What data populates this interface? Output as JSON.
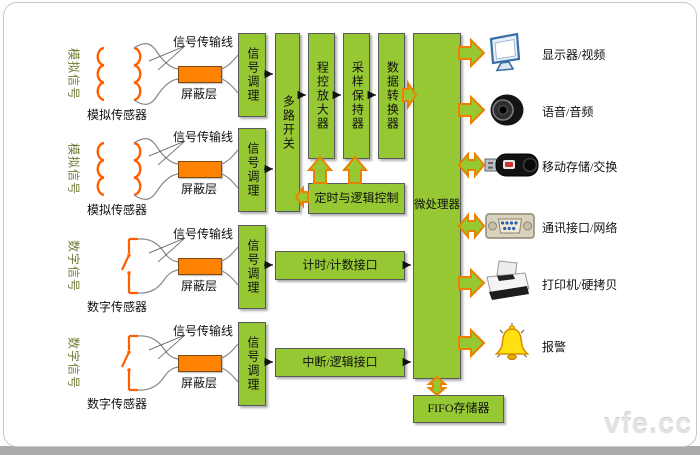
{
  "colors": {
    "green": "#95c832",
    "orange": "#ff8300",
    "arrow_outline": "#ee8000",
    "coil": "#ff5f00",
    "wire": "#8a8a8a",
    "signal_text": "#6c7b32"
  },
  "labels": {
    "line": "信号传输线",
    "shield": "屏蔽层",
    "conditioner": "信号调理"
  },
  "rows": [
    {
      "signal": "模拟信号",
      "sensor": "模拟传感器"
    },
    {
      "signal": "模拟信号",
      "sensor": "模拟传感器"
    },
    {
      "signal": "数字信号",
      "sensor": "数字传感器"
    },
    {
      "signal": "数字信号",
      "sensor": "数字传感器"
    }
  ],
  "blocks": {
    "mux": "多路开关",
    "amp": "程控放大器",
    "sample_hold": "采样保持器",
    "adc": "数据转换器",
    "mcu": "微处理器",
    "timing": "定时与逻辑控制",
    "counter_if": "计时/计数接口",
    "interrupt_if": "中断/逻辑接口",
    "fifo": "FIFO存储器"
  },
  "peripherals": [
    {
      "icon": "monitor-icon",
      "label": "显示器/视频"
    },
    {
      "icon": "speaker-icon",
      "label": "语音/音频"
    },
    {
      "icon": "usb-drive-icon",
      "label": "移动存储/交换"
    },
    {
      "icon": "serial-port-icon",
      "label": "通讯接口/网络"
    },
    {
      "icon": "printer-icon",
      "label": "打印机/硬拷贝"
    },
    {
      "icon": "alarm-bell-icon",
      "label": "报警"
    }
  ],
  "watermark": "vfe.cc"
}
